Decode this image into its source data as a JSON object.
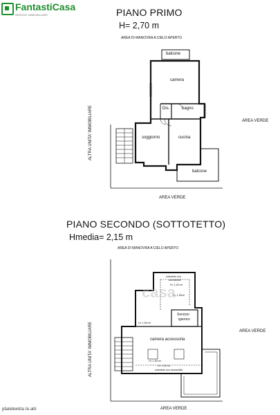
{
  "logo": {
    "brand": "FantastiCasa",
    "tagline": "SERVIZI IMMOBILIARI"
  },
  "floor1": {
    "title": "PIANO PRIMO",
    "height": "H= 2,70 m",
    "top_label": "AREA DI MANOVRA A CIELO APERTO",
    "side_label": "ALTRA UNITA' IMMOBILIARE",
    "right_label": "AREA VERDE",
    "bottom_label": "AREA VERDE",
    "rooms": {
      "balcone_top": "balcone",
      "camera": "camera",
      "dis": "Dis.",
      "bagno": "bagno",
      "soggiorno": "soggiorno",
      "cucina": "cucina",
      "balcone_bottom": "balcone"
    }
  },
  "floor2": {
    "title": "PIANO SECONDO (SOTTOTETTO)",
    "height": "Hmedia= 2,15 m",
    "top_label": "AREA DI MANOVRA A CIELO APERTO",
    "side_label": "ALTRA UNITA' IMMOBILIARE",
    "right_label": "AREA VERDE",
    "bottom_label": "AREA VERDE",
    "rooms": {
      "sottotetto_top_1": "sottotetto non",
      "sottotetto_top_2": "accessibile",
      "h_top_1": "H= 1,00 mt",
      "h_top_2": "H= 1,50mt",
      "servizio_1": "Servizio",
      "servizio_2": "igienico",
      "camera_accessoria": "camera accessoria",
      "h_left": "H= 1,50 mt",
      "h_mid": "H= 1,50 mt",
      "h_bottom": "H= 1,00 mt",
      "sottotetto_bottom": "sottotetto non accessibile"
    }
  },
  "watermark": "casa",
  "footer": "planimetria in atti"
}
